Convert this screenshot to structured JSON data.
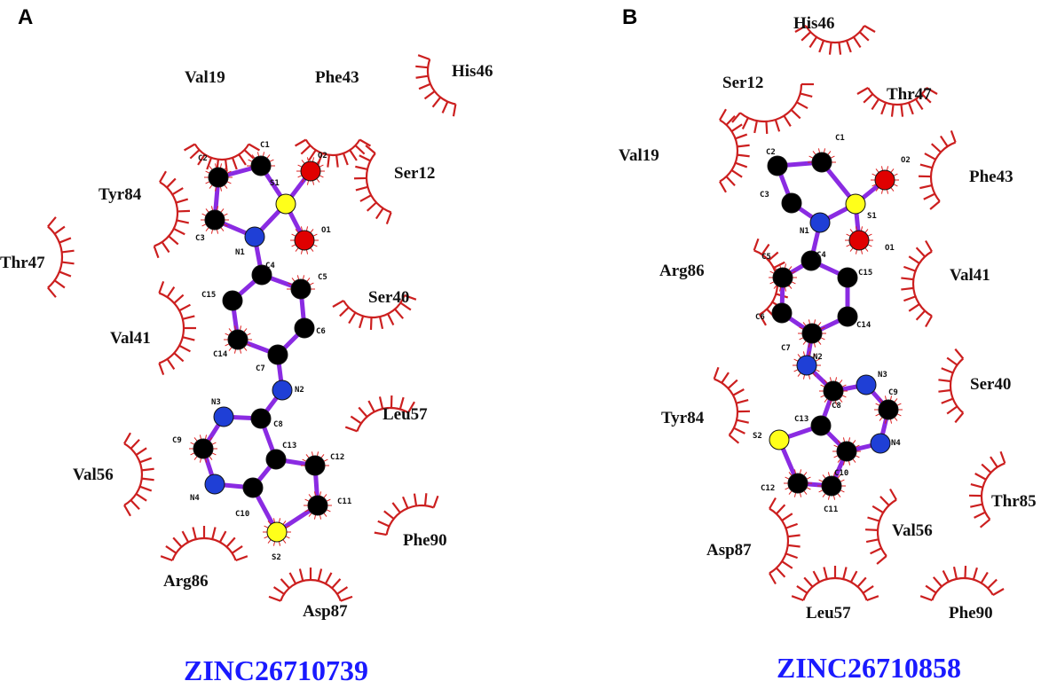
{
  "panels": [
    {
      "label": "A",
      "compound_id": "ZINC26710739",
      "residues": [
        "Val19",
        "Phe43",
        "His46",
        "Ser12",
        "Tyr84",
        "Thr47",
        "Ser40",
        "Val41",
        "Leu57",
        "Val56",
        "Phe90",
        "Arg86",
        "Asp87"
      ],
      "atom_labels": [
        "C1",
        "C2",
        "O2",
        "S1",
        "C3",
        "O1",
        "N1",
        "C4",
        "C5",
        "C15",
        "C6",
        "C14",
        "C7",
        "N2",
        "N3",
        "C8",
        "C9",
        "C13",
        "C12",
        "N4",
        "C10",
        "C11",
        "S2"
      ]
    },
    {
      "label": "B",
      "compound_id": "ZINC26710858",
      "residues": [
        "His46",
        "Ser12",
        "Thr47",
        "Val19",
        "Phe43",
        "Arg86",
        "Val41",
        "Ser40",
        "Tyr84",
        "Thr85",
        "Asp87",
        "Val56",
        "Leu57",
        "Phe90"
      ],
      "atom_labels": [
        "C1",
        "C2",
        "O2",
        "C3",
        "S1",
        "N1",
        "C5",
        "C4",
        "C15",
        "O1",
        "C6",
        "C14",
        "C7",
        "N2",
        "N3",
        "C9",
        "C8",
        "C13",
        "S2",
        "N4",
        "C10",
        "C12",
        "C11"
      ]
    }
  ],
  "colors": {
    "carbon": "#000000",
    "nitrogen": "#1f3fd6",
    "oxygen": "#e00000",
    "sulfur": "#ffff1a",
    "bond": "#8a2be2",
    "hydrophobic_arc": "#cc1f1f",
    "compound_id": "#1a1aff"
  }
}
